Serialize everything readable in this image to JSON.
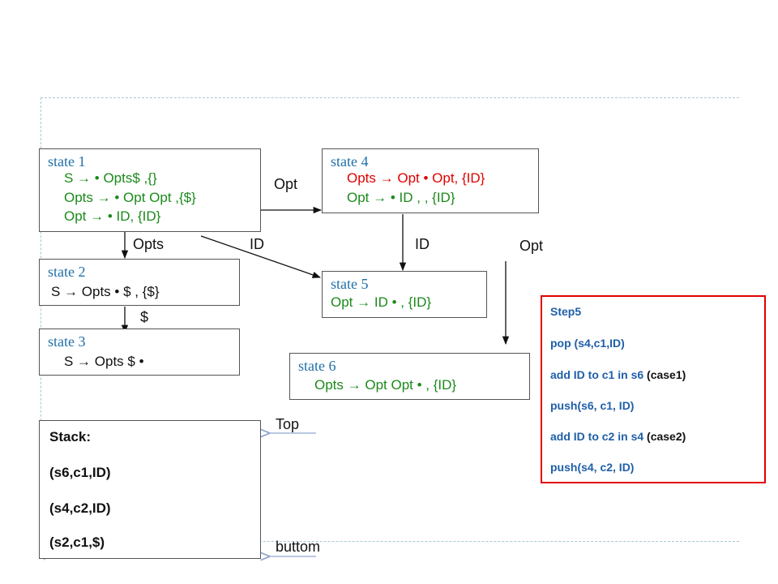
{
  "states": {
    "s1": {
      "title": "state 1",
      "l1": "S → • Opts$ ,{}",
      "l2": "Opts → • Opt Opt ,{$}",
      "l3": "Opt → • ID, {ID}"
    },
    "s2": {
      "title": "state 2",
      "l1": "S → Opts • $ , {$}"
    },
    "s3": {
      "title": "state 3",
      "l1": "S → Opts $ •"
    },
    "s4": {
      "title": "state 4",
      "l1": "Opts → Opt • Opt, {ID}",
      "l2": "Opt → • ID , , {ID}"
    },
    "s5": {
      "title": "state 5",
      "l1": "Opt → ID • , {ID}"
    },
    "s6": {
      "title": "state 6",
      "l1": "Opts → Opt Opt • , {ID}"
    }
  },
  "edges": {
    "e14": "Opt",
    "e12": "Opts",
    "e15": "ID",
    "e45": "ID",
    "e46": "Opt",
    "e23": "$"
  },
  "stack": {
    "title": "Stack:",
    "items": [
      "(s6,c1,ID)",
      "(s4,c2,ID)",
      "(s2,c1,$)"
    ],
    "top_label": "Top",
    "bottom_label": "buttom"
  },
  "step": {
    "title": "Step5",
    "line1": "pop (s4,c1,ID)",
    "line2_a": "add ID to c1 in s6",
    "line2_b": " (case1)",
    "line3": "push(s6, c1, ID)",
    "line4_a": "add ID to c2 in s4",
    "line4_b": " (case2)",
    "line5": "push(s4,  c2, ID)"
  },
  "colors": {
    "state_title": "#1f6fa8",
    "green": "#1b8a1b",
    "red": "#e00000",
    "step_text": "#1f5fa8",
    "step_border": "#e00000",
    "guide": "#a9c6d6"
  }
}
